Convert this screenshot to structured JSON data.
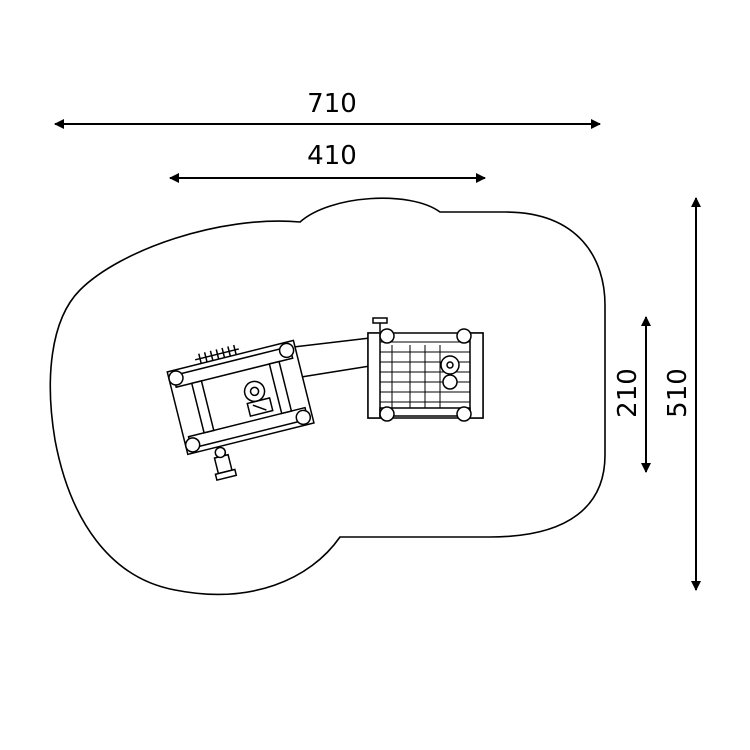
{
  "dimensions": {
    "overall_width": "710",
    "equipment_width": "410",
    "equipment_depth": "210",
    "overall_depth": "510"
  }
}
